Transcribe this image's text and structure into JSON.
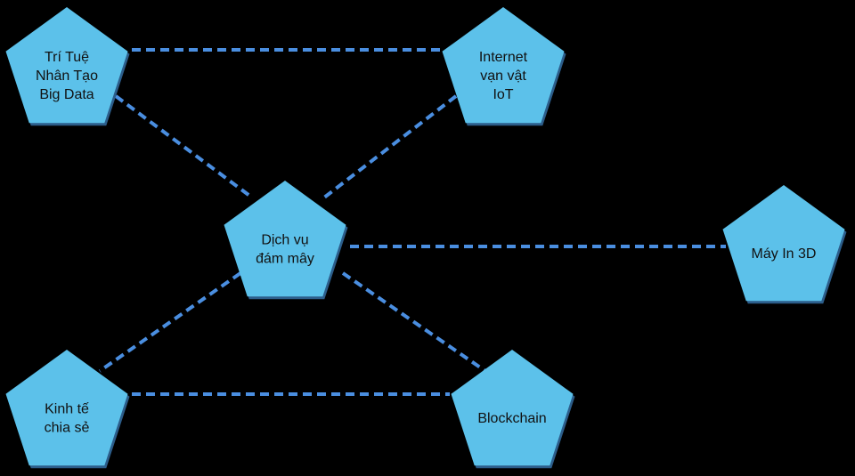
{
  "diagram": {
    "background_color": "#000000",
    "node_fill": "#5cc1ea",
    "node_edge_color": "#2c5d8a",
    "edge_color": "#4a8ee0",
    "edge_style": "dashed",
    "nodes": [
      {
        "id": "ai",
        "lines": [
          "Trí Tuệ",
          "Nhân Tạo",
          "Big Data"
        ]
      },
      {
        "id": "iot",
        "lines": [
          "Internet",
          "vạn vật",
          "IoT"
        ]
      },
      {
        "id": "cloud",
        "lines": [
          "Dịch vụ",
          "đám mây"
        ]
      },
      {
        "id": "printer",
        "lines": [
          "Máy In 3D"
        ]
      },
      {
        "id": "sharing",
        "lines": [
          "Kinh tế",
          "chia sẻ"
        ]
      },
      {
        "id": "blockchain",
        "lines": [
          "Blockchain"
        ]
      }
    ],
    "edges": [
      {
        "from": "ai",
        "to": "iot"
      },
      {
        "from": "ai",
        "to": "cloud"
      },
      {
        "from": "iot",
        "to": "cloud"
      },
      {
        "from": "cloud",
        "to": "printer"
      },
      {
        "from": "cloud",
        "to": "sharing"
      },
      {
        "from": "cloud",
        "to": "blockchain"
      },
      {
        "from": "sharing",
        "to": "blockchain"
      }
    ]
  }
}
